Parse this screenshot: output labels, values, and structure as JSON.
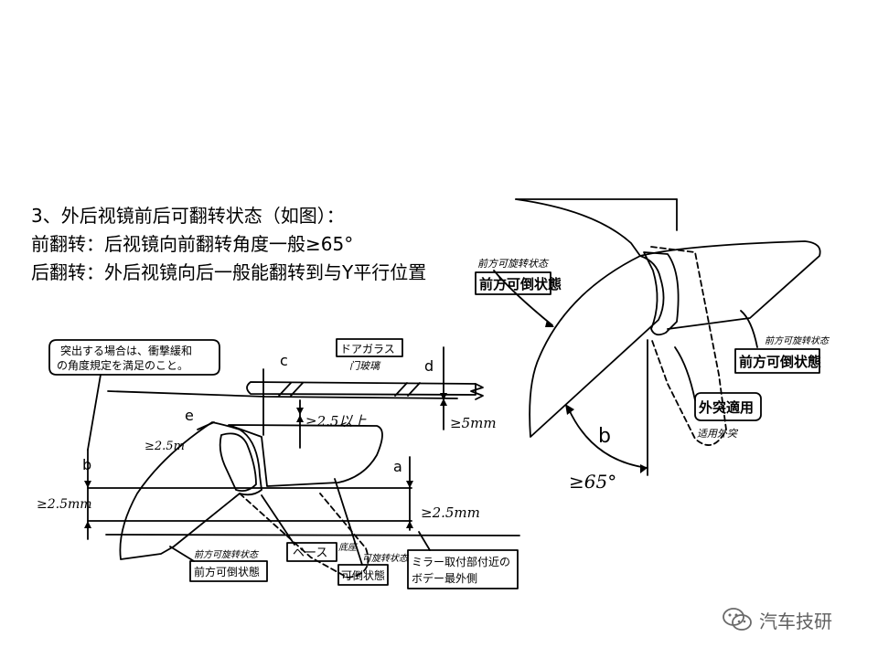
{
  "heading": {
    "line1": "3、外后视镜前后可翻转状态（如图）：",
    "line2": "前翻转：后视镜向前翻转角度一般≥65°",
    "line3": "后翻转：外后视镜向后一般能翻转到与Y平行位置"
  },
  "left_diagram": {
    "callout_line1": "突出する場合は、衝撃緩和",
    "callout_line2": "の角度規定を満足のこと。",
    "label_c": "c",
    "label_d": "d",
    "label_e": "e",
    "label_b": "b",
    "label_a": "a",
    "door_glass": "ドアガラス",
    "door_glass_note": "门玻璃",
    "dim_c": "≥2.5以上",
    "dim_d": "≥5mm",
    "dim_e": "≥2.5m",
    "dim_b": "≥2.5mm",
    "dim_a": "≥2.5mm",
    "base_label": "ベース",
    "base_note": "底座",
    "front_fold_note": "前方可旋转状态",
    "front_fold_label": "前方可倒状態",
    "foldable_note": "可旋转状态",
    "foldable_label": "可倒状態",
    "body_outer_line1": "ミラー取付部付近の",
    "body_outer_line2": "ボデー最外側"
  },
  "right_diagram": {
    "top_note": "前方可旋转状态",
    "top_label": "前方可倒状態",
    "right_note": "前方可旋转状态",
    "right_label": "前方可倒状態",
    "outer_apply_label": "外突適用",
    "outer_apply_note": "适用外突",
    "angle_label": "b",
    "angle_value": "≥65°"
  },
  "watermark": {
    "text": "汽车技研",
    "icon": "wechat-icon"
  }
}
